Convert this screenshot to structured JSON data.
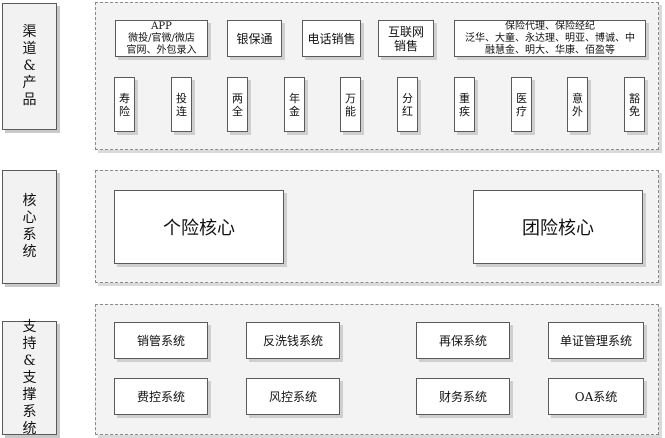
{
  "side_labels": {
    "channels": "渠道&产品",
    "core": "核心系统",
    "support": "支持&支撑系统"
  },
  "channels": {
    "app_box": "APP\n微投/官微/微店\n官网、外包录入",
    "bank": "银保通",
    "phone": "电话销售",
    "internet": "互联网\n销售",
    "agency": "保险代理、保险经纪\n泛华、大童、永达理、明亚、博诚、中\n融慧金、明大、华康、佰盈等"
  },
  "products": [
    "寿险",
    "投连",
    "两全",
    "年金",
    "万能",
    "分红",
    "重疾",
    "医疗",
    "意外",
    "豁免"
  ],
  "core": {
    "individual": "个险核心",
    "group": "团险核心"
  },
  "support": {
    "sales_mgmt": "销管系统",
    "anti_money": "反洗钱系统",
    "reinsurance": "再保系统",
    "document_mgmt": "单证管理系统",
    "fee_control": "费控系统",
    "risk_control": "风控系统",
    "finance": "财务系统",
    "oa": "OA系统"
  }
}
